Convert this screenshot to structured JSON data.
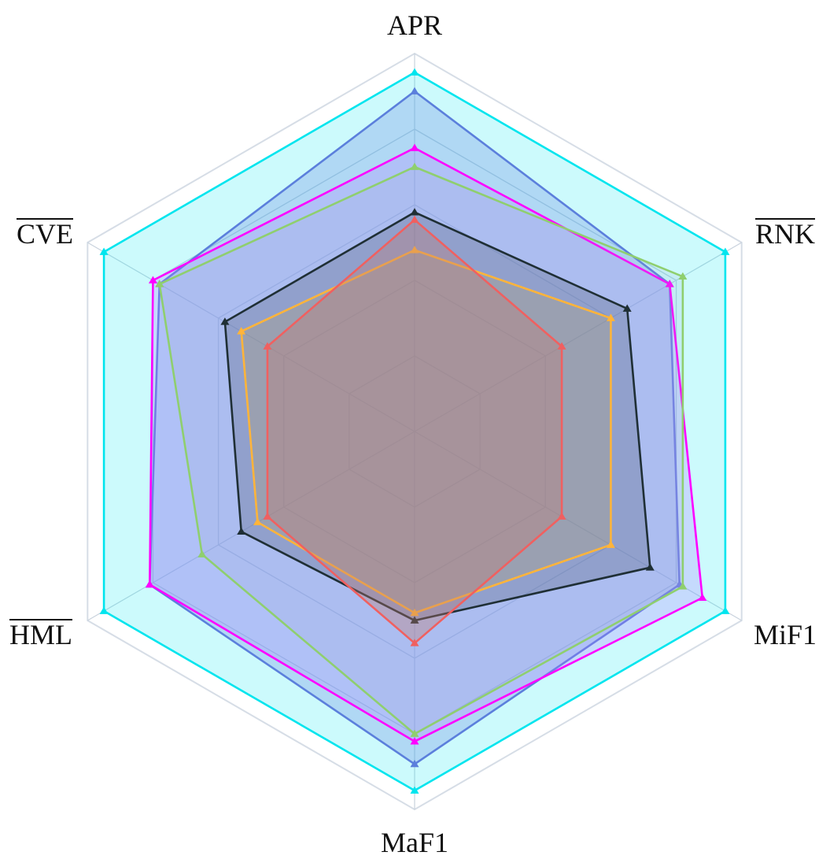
{
  "chart_data": {
    "type": "radar",
    "axes": [
      {
        "label": "APR",
        "overline": false
      },
      {
        "label": "RNK",
        "overline": true
      },
      {
        "label": "MiF1",
        "overline": false
      },
      {
        "label": "MaF1",
        "overline": false
      },
      {
        "label": "HML",
        "overline": true
      },
      {
        "label": "CVE",
        "overline": true
      }
    ],
    "rmax": 1.0,
    "grid_levels": [
      0.2,
      0.4,
      0.6,
      0.8,
      1.0
    ],
    "grid": true,
    "legend": "none",
    "series": [
      {
        "color": "#00e5ee",
        "fill": "#00e5ee",
        "fill_opacity": 0.2,
        "values": [
          0.95,
          0.95,
          0.95,
          0.95,
          0.95,
          0.95
        ]
      },
      {
        "color": "#5b7fdc",
        "fill": "#6f8ce0",
        "fill_opacity": 0.3,
        "values": [
          0.9,
          0.78,
          0.81,
          0.88,
          0.81,
          0.78
        ]
      },
      {
        "color": "#ff00ff",
        "fill": "#b07cff",
        "fill_opacity": 0.25,
        "values": [
          0.75,
          0.78,
          0.88,
          0.82,
          0.81,
          0.8
        ]
      },
      {
        "color": "#8fcf6e",
        "fill": "#9aa8c8",
        "fill_opacity": 0.15,
        "values": [
          0.7,
          0.82,
          0.82,
          0.8,
          0.65,
          0.78
        ]
      },
      {
        "color": "#1f2f35",
        "fill": "#404a5e",
        "fill_opacity": 0.25,
        "values": [
          0.58,
          0.65,
          0.72,
          0.5,
          0.53,
          0.58
        ]
      },
      {
        "color": "#ffb43a",
        "fill": "#b8a060",
        "fill_opacity": 0.25,
        "values": [
          0.48,
          0.6,
          0.6,
          0.48,
          0.48,
          0.53
        ]
      },
      {
        "color": "#f06060",
        "fill": "#c07a74",
        "fill_opacity": 0.35,
        "values": [
          0.56,
          0.45,
          0.45,
          0.56,
          0.45,
          0.45
        ]
      }
    ]
  }
}
